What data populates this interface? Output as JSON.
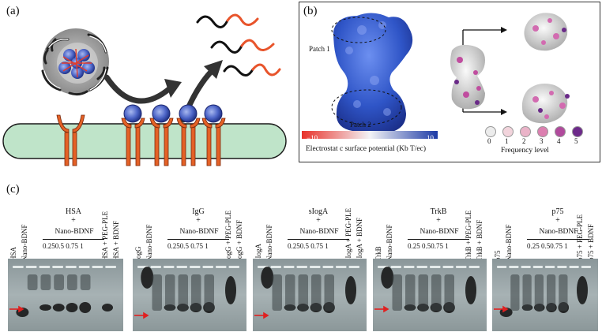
{
  "panel_a": {
    "label": "(a)"
  },
  "panel_b": {
    "label": "(b)",
    "patch1": "Patch 1",
    "patch2": "Patch 2",
    "colorbar_min": "−10",
    "colorbar_max": "10",
    "colorbar_label": "Electrostat c surface potential (Kb T/ec)",
    "freq_ticks": [
      "0",
      "1",
      "2",
      "3",
      "4",
      "5"
    ],
    "freq_colors": [
      "#ececec",
      "#f2d4dc",
      "#eab3c8",
      "#dc7fb0",
      "#b04a9c",
      "#6d2a8a"
    ],
    "freq_label": "Frequency level"
  },
  "panel_c": {
    "label": "(c)",
    "gels": [
      {
        "title": "HSA",
        "plus1": "+",
        "nano": "Nano-BDNF",
        "plus2": "+",
        "conc": "0.250.5 0.75  1",
        "lanes": [
          "HSA",
          "Nano-BDNF",
          "HSA + PEG-PLE",
          "HSA + BDNF"
        ]
      },
      {
        "title": "IgG",
        "plus1": "+",
        "nano": "Nano-BDNF",
        "plus2": "+",
        "conc": "0.250.5 0.75  1",
        "lanes": [
          "IogG",
          "Nano-BDNF",
          "IogG + PEG-PLE",
          "IogG + BDNF"
        ]
      },
      {
        "title": "sIogA",
        "plus1": "+",
        "nano": "Nano-BDNF",
        "plus2": "+",
        "conc": "0.250.5 0.75 1",
        "lanes": [
          "sIogA",
          "Nano-BDNF",
          "sIogA + PEG-PLE",
          "sIogA + BDNF"
        ]
      },
      {
        "title": "TrkB",
        "plus1": "+",
        "nano": "Nano-BDNF",
        "plus2": "+",
        "conc": "0.25 0.50.75  1",
        "lanes": [
          "TrkB",
          "Nano-BDNF",
          "TrkB + PEG-PLE",
          "TrkB + BDNF"
        ]
      },
      {
        "title": "p75",
        "plus1": "+",
        "nano": "Nano-BDNF",
        "plus2": "+",
        "conc": "0.25 0.50.75  1",
        "lanes": [
          "p75",
          "Nano-BDNF",
          "p75 + PEG-PLE",
          "p75 + BDNF"
        ]
      }
    ]
  }
}
